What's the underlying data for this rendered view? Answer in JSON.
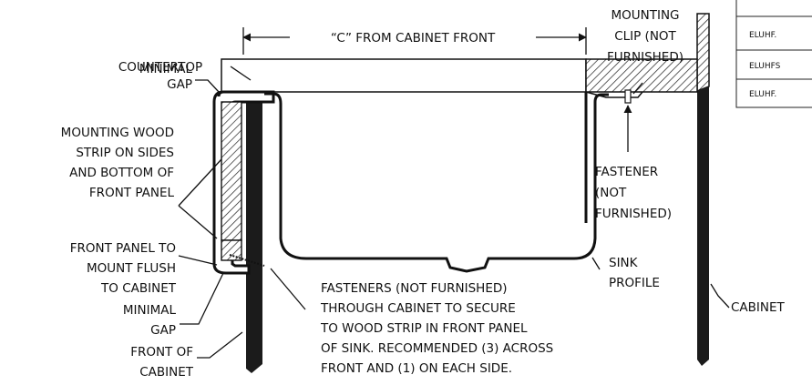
{
  "labels": {
    "dimension_c": "“C” FROM CABINET FRONT",
    "mounting_clip": [
      "MOUNTING",
      "CLIP (NOT",
      "FURNISHED)"
    ],
    "countertop": "COUNTERTOP",
    "minimal_gap_top": [
      "MINIMAL",
      "GAP"
    ],
    "mounting_wood_strip": [
      "MOUNTING WOOD",
      "STRIP ON SIDES",
      "AND BOTTOM OF",
      "FRONT PANEL"
    ],
    "front_panel_flush": [
      "FRONT PANEL TO",
      "MOUNT FLUSH",
      "TO CABINET"
    ],
    "minimal_gap_bottom": [
      "MINIMAL",
      "GAP"
    ],
    "front_of_cabinet": [
      "FRONT OF",
      "CABINET"
    ],
    "fastener": [
      "FASTENER",
      "(NOT",
      "FURNISHED)"
    ],
    "sink_profile": [
      "SINK",
      "PROFILE"
    ],
    "cabinet": "CABINET",
    "fasteners_note": [
      "FASTENERS (NOT FURNISHED)",
      "THROUGH CABINET TO SECURE",
      "TO WOOD STRIP IN FRONT PANEL",
      "OF SINK. RECOMMENDED (3) ACROSS",
      "FRONT AND (1) ON EACH SIDE."
    ]
  },
  "table": {
    "rows": [
      "ELUHF.",
      "ELUHFS",
      "ELUHF."
    ]
  }
}
